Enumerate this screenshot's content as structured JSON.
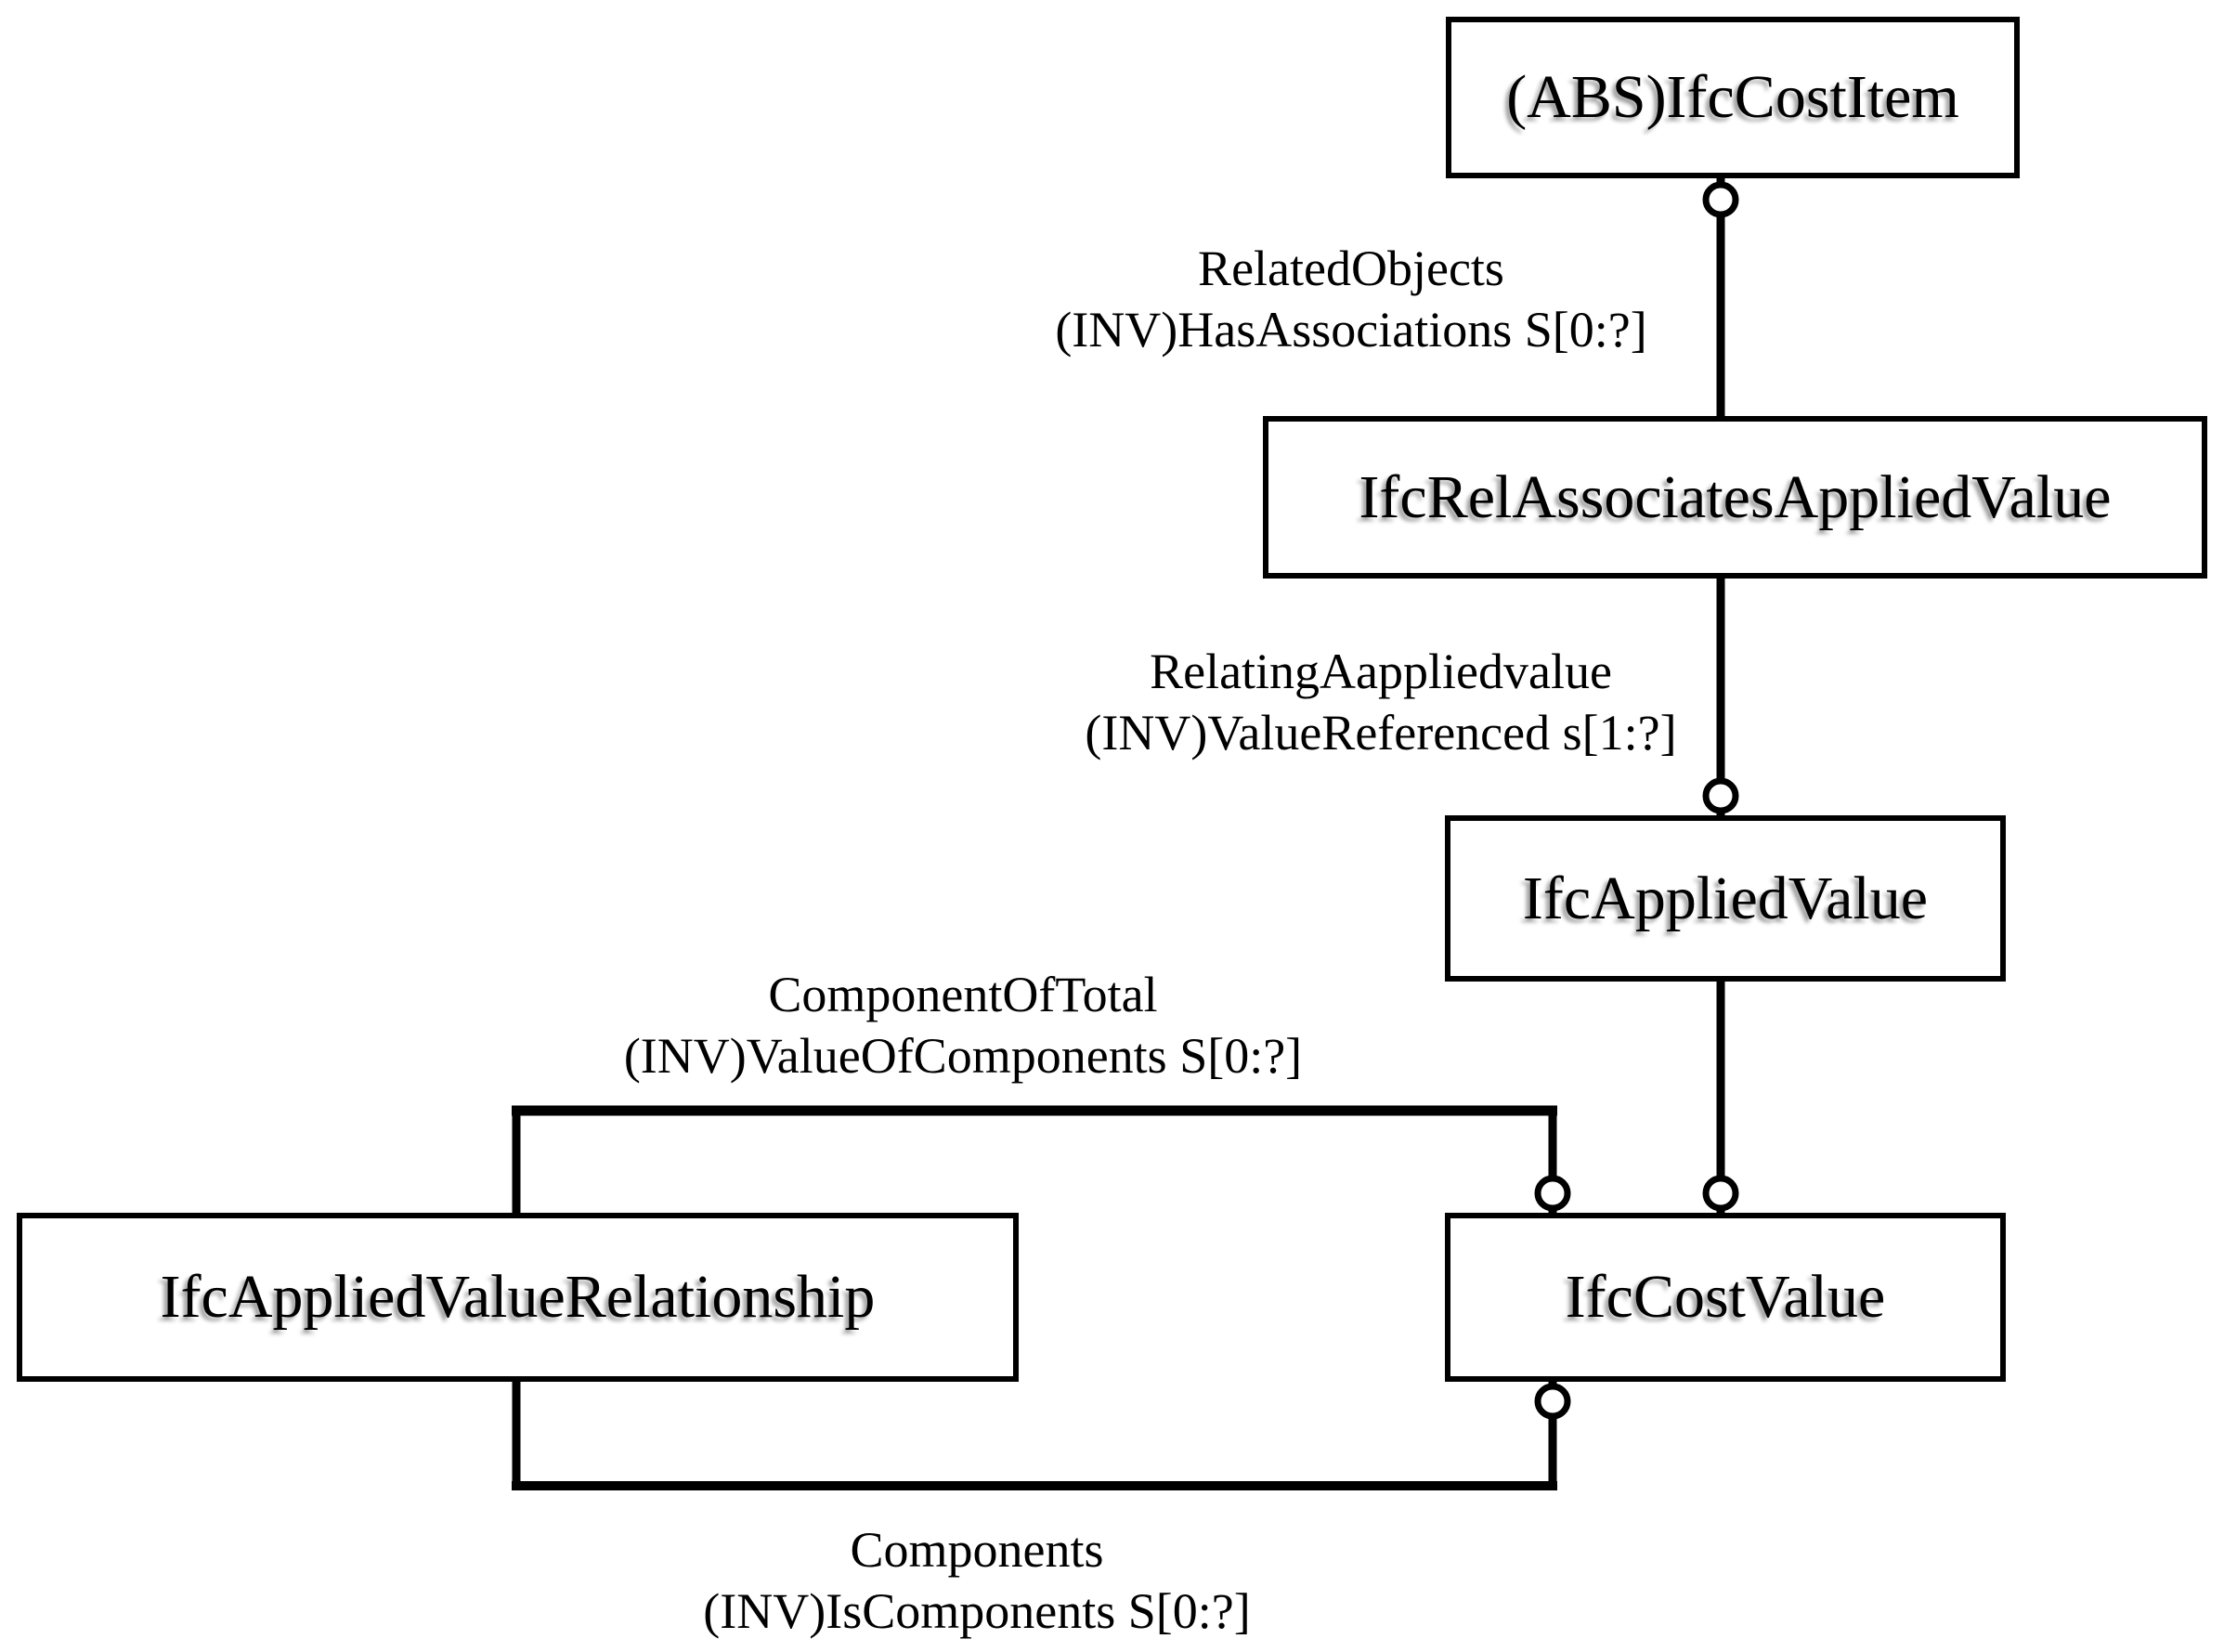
{
  "nodes": {
    "cost_item": {
      "label": "(ABS)IfcCostItem"
    },
    "rel_associates_applied_value": {
      "label": "IfcRelAssociatesAppliedValue"
    },
    "applied_value": {
      "label": "IfcAppliedValue"
    },
    "applied_value_relationship": {
      "label": "IfcAppliedValueRelationship"
    },
    "cost_value": {
      "label": "IfcCostValue"
    }
  },
  "edges": {
    "has_associations": {
      "line1": "RelatedObjects",
      "line2": "(INV)HasAssociations S[0:?]"
    },
    "value_referenced": {
      "line1": "RelatingAappliedvalue",
      "line2": "(INV)ValueReferenced s[1:?]"
    },
    "value_of_components": {
      "line1": "ComponentOfTotal",
      "line2": "(INV)ValueOfComponents S[0:?]"
    },
    "is_components": {
      "line1": "Components",
      "line2": "(INV)IsComponents S[0:?]"
    }
  },
  "colors": {
    "background": "#ffffff",
    "line": "#000000",
    "node_fill": "#ffffff",
    "text": "#000000",
    "text_shadow": "#9e9e9e"
  }
}
